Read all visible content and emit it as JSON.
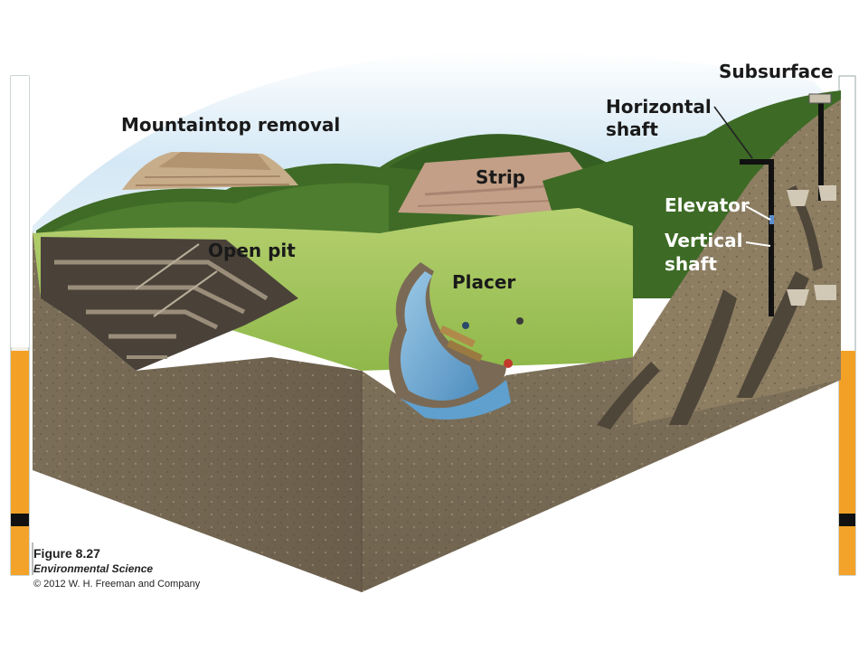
{
  "labels": {
    "mountaintop": "Mountaintop removal",
    "strip": "Strip",
    "open_pit": "Open pit",
    "placer": "Placer",
    "subsurface": "Subsurface",
    "horizontal": [
      "Horizontal",
      "shaft"
    ],
    "elevator": "Elevator",
    "vertical": [
      "Vertical",
      "shaft"
    ]
  },
  "caption": {
    "figure": "Figure 8.27",
    "book": "Environmental Science",
    "copyright": "© 2012 W. H. Freeman and Company"
  },
  "colors": {
    "sky": "#cfe4f2",
    "grass": "#9ec356",
    "forest": "#3f6b26",
    "soil": "#8a7a5c",
    "rock_dark": "#5e5448",
    "water": "#6fa8cf",
    "side_strip_orange": "#f0a020"
  }
}
